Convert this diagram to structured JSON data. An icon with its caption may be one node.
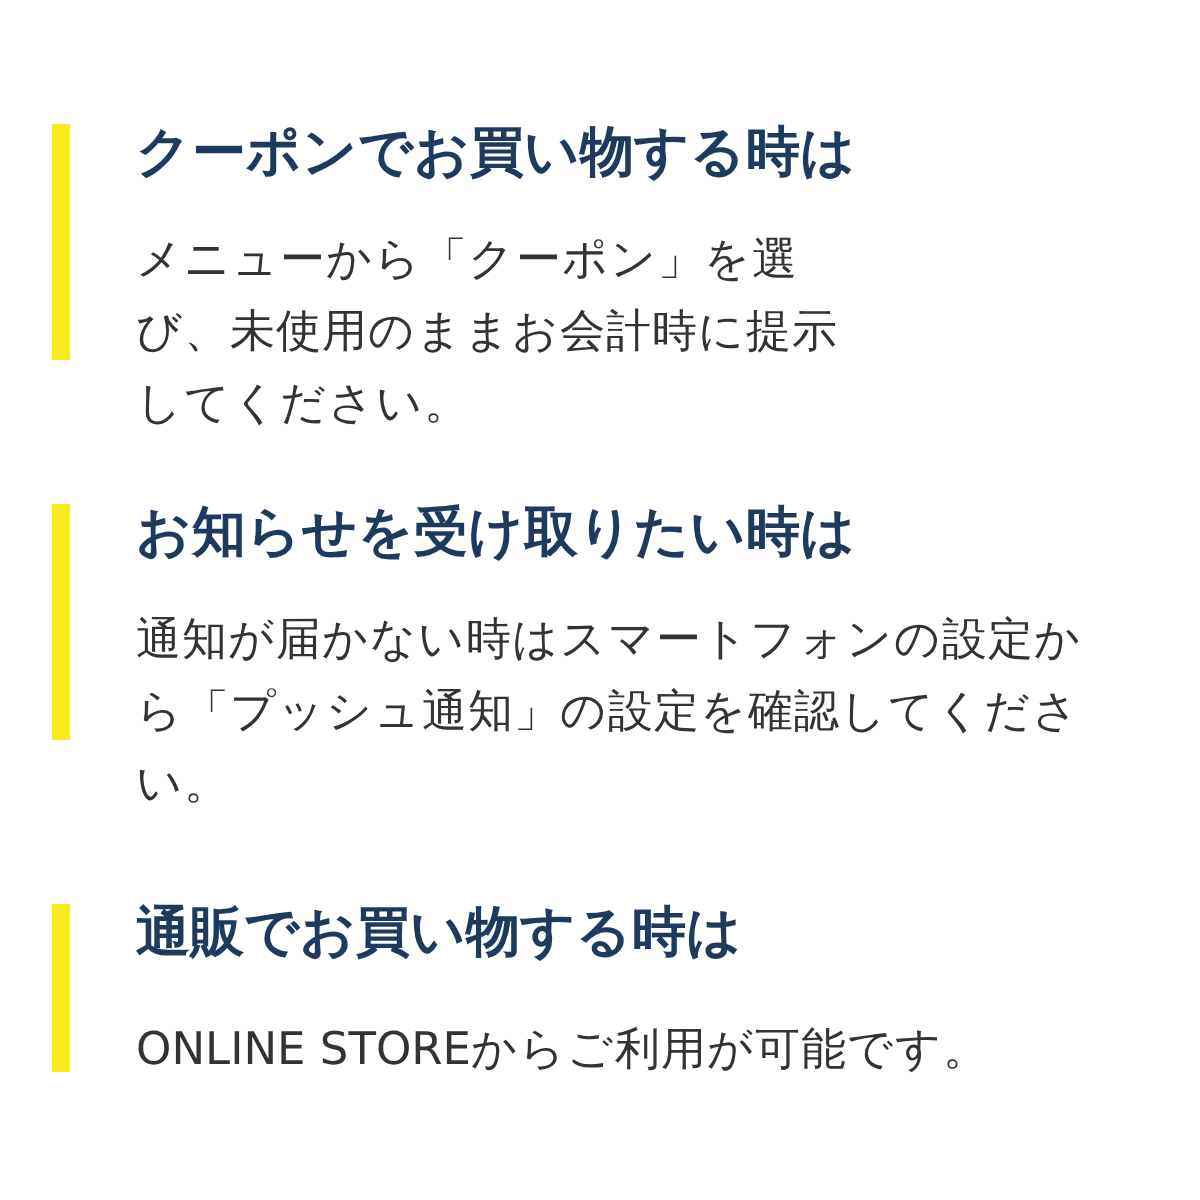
{
  "diagram": {
    "labels": [
      "クーポンでお買い物する時は",
      "メニューから「クーポン」を選び、未使用のままお会計時に提示してください。",
      "お知らせを受け取りたい時は",
      "通知が届かない時はスマートフォンの設定から「プッシュ通知」の設定を確認してください。",
      "通販でお買い物する時は",
      "ONLINE STOREからご利用が可能です。"
    ]
  }
}
